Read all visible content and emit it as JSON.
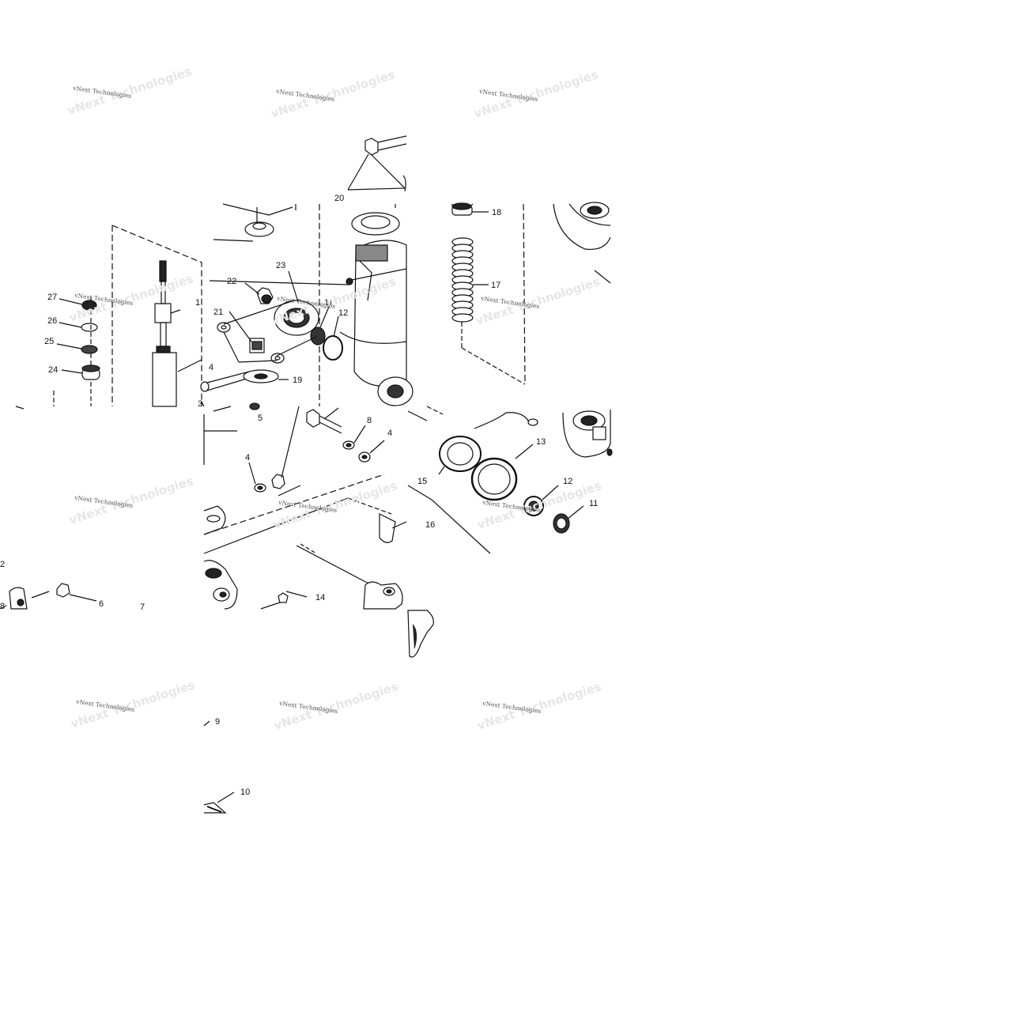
{
  "labels": {
    "l1": "1",
    "l2": "2",
    "l3": "3",
    "l4a": "4",
    "l4b": "4",
    "l4c": "4",
    "l5": "5",
    "l6": "6",
    "l7": "7",
    "l8a": "8",
    "l8b": "8",
    "l9": "9",
    "l10": "10",
    "l11a": "11",
    "l11b": "11",
    "l12a": "12",
    "l12b": "12",
    "l13": "13",
    "l14": "14",
    "l15": "15",
    "l16": "16",
    "l17": "17",
    "l18": "18",
    "l19": "19",
    "l20": "20",
    "l21": "21",
    "l22": "22",
    "l23": "23",
    "l24": "24",
    "l25": "25",
    "l26": "26",
    "l27": "27"
  },
  "watermark": {
    "text": "vNext Technologies"
  }
}
